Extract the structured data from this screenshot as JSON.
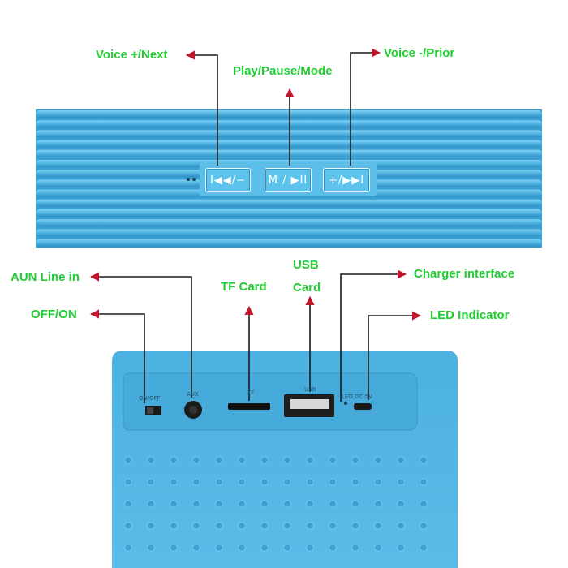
{
  "labels": {
    "voice_plus_next": "Voice +/Next",
    "play_pause_mode": "Play/Pause/Mode",
    "voice_minus_prior": "Voice -/Prior",
    "aun_line_in": "AUN Line in",
    "off_on": "OFF/ON",
    "tf_card": "TF Card",
    "usb": "USB",
    "card": "Card",
    "charger_interface": "Charger interface",
    "led_indicator": "LED Indicator"
  },
  "buttons": {
    "prev_minus": "I◀◀/−",
    "mode_play": "M / ▶II",
    "plus_next": "+/▶▶I"
  },
  "ports": {
    "on_off": "ON/OFF",
    "aux": "AUX",
    "tf": "TF",
    "usb": "USB",
    "led": "LED",
    "dc": "DC-5V"
  },
  "colors": {
    "label_green": "#22cc33",
    "arrow_red": "#c0162b",
    "speaker_blue": "#54b8e6"
  }
}
